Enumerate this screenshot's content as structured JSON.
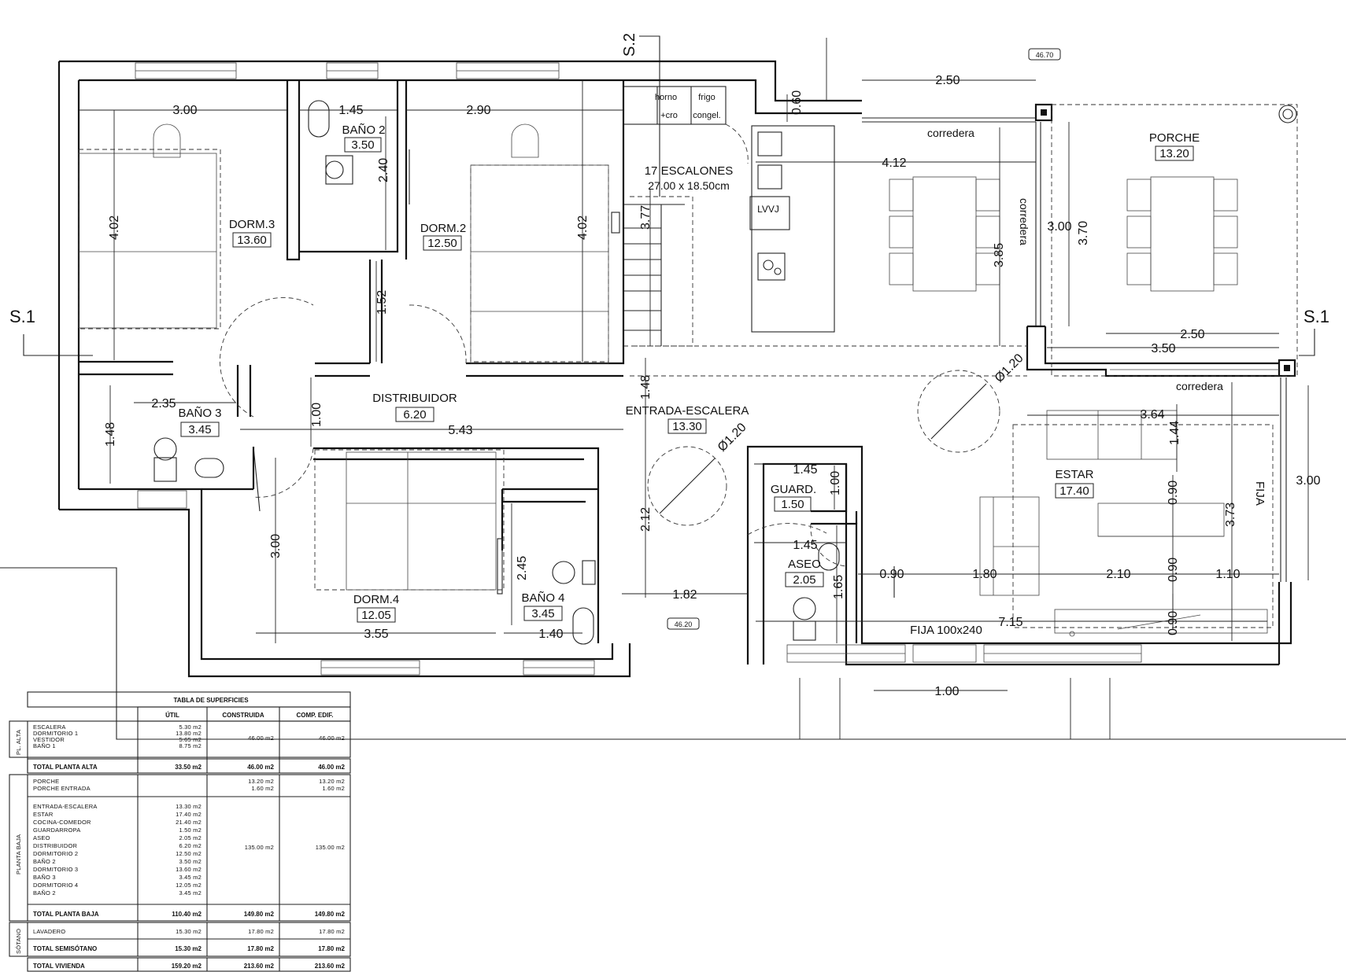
{
  "sections": {
    "s1_left": "S.1",
    "s1_right": "S.1",
    "s2": "S.2"
  },
  "levels": {
    "top": "46.70",
    "entry": "46.20"
  },
  "rooms": [
    {
      "name": "DORM.3",
      "area": "13.60"
    },
    {
      "name": "BAÑO 2",
      "area": "3.50"
    },
    {
      "name": "DORM.2",
      "area": "12.50"
    },
    {
      "name": "PORCHE",
      "area": "13.20"
    },
    {
      "name": "BAÑO 3",
      "area": "3.45"
    },
    {
      "name": "DISTRIBUIDOR",
      "area": "6.20"
    },
    {
      "name": "ENTRADA-ESCALERA",
      "area": "13.30"
    },
    {
      "name": "ESTAR",
      "area": "17.40"
    },
    {
      "name": "GUARD.",
      "area": "1.50"
    },
    {
      "name": "ASEO",
      "area": "2.05"
    },
    {
      "name": "DORM.4",
      "area": "12.05"
    },
    {
      "name": "BAÑO 4",
      "area": "3.45"
    }
  ],
  "labels": {
    "stairs_l1": "17 ESCALONES",
    "stairs_l2": "27.00 x 18.50cm",
    "horno_a": "horno",
    "horno_b": "+cro",
    "frigo_a": "frigo",
    "frigo_b": "congel.",
    "lvvj": "LVVJ",
    "corredera_top": "corredera",
    "corredera_vert": "corredera",
    "corredera_bottom": "corredera",
    "fija_vert": "FIJA",
    "fija_win": "FIJA 100x240",
    "circle1": "Ø1.20",
    "circle2": "Ø1.20"
  },
  "dimensions": [
    "3.00",
    "1.45",
    "2.90",
    "2.50",
    "0.60",
    "4.02",
    "2.40",
    "4.02",
    "4.12",
    "3.77",
    "3.00",
    "3.70",
    "3.85",
    "1.52",
    "2.50",
    "3.50",
    "2.35",
    "1.48",
    "1.00",
    "5.43",
    "1.48",
    "3.64",
    "1.44",
    "3.00",
    "1.45",
    "1.00",
    "2.12",
    "1.45",
    "0.90",
    "1.80",
    "2.10",
    "0.90",
    "1.10",
    "3.73",
    "3.00",
    "0.90",
    "1.65",
    "2.45",
    "1.82",
    "3.55",
    "1.40",
    "7.15",
    "0.90",
    "1.00"
  ],
  "table": {
    "title": "TABLA DE SUPERFICIES",
    "headers": [
      "ÚTIL",
      "CONSTRUIDA",
      "COMP. EDIF."
    ],
    "groups": [
      {
        "label": "PL. ALTA",
        "items": [
          {
            "name": "ESCALERA",
            "util": "5.30 m2"
          },
          {
            "name": "DORMITORIO 1",
            "util": "13.80 m2"
          },
          {
            "name": "VESTIDOR",
            "util": "5.65 m2"
          },
          {
            "name": "BAÑO 1",
            "util": "8.75 m2"
          }
        ],
        "construida": "46.00 m2",
        "comp": "46.00 m2",
        "total": {
          "label": "TOTAL PLANTA ALTA",
          "util": "33.50 m2",
          "construida": "46.00 m2",
          "comp": "46.00 m2"
        }
      },
      {
        "label": "PLANTA BAJA",
        "porche": [
          {
            "name": "PORCHE",
            "construida": "13.20 m2",
            "comp": "13.20 m2"
          },
          {
            "name": "PORCHE ENTRADA",
            "construida": "1.60 m2",
            "comp": "1.60 m2"
          }
        ],
        "items": [
          {
            "name": "ENTRADA-ESCALERA",
            "util": "13.30 m2"
          },
          {
            "name": "ESTAR",
            "util": "17.40 m2"
          },
          {
            "name": "COCINA-COMEDOR",
            "util": "21.40 m2"
          },
          {
            "name": "GUARDARROPA",
            "util": "1.50 m2"
          },
          {
            "name": "ASEO",
            "util": "2.05 m2"
          },
          {
            "name": "DISTRIBUIDOR",
            "util": "6.20 m2"
          },
          {
            "name": "DORMITORIO 2",
            "util": "12.50 m2"
          },
          {
            "name": "BAÑO 2",
            "util": "3.50 m2"
          },
          {
            "name": "DORMITORIO 3",
            "util": "13.60 m2"
          },
          {
            "name": "BAÑO 3",
            "util": "3.45 m2"
          },
          {
            "name": "DORMITORIO 4",
            "util": "12.05 m2"
          },
          {
            "name": "BAÑO 2",
            "util": "3.45 m2"
          }
        ],
        "construida": "135.00 m2",
        "comp": "135.00 m2",
        "total": {
          "label": "TOTAL PLANTA BAJA",
          "util": "110.40 m2",
          "construida": "149.80 m2",
          "comp": "149.80 m2"
        }
      },
      {
        "label": "SÓTANO",
        "items": [
          {
            "name": "LAVADERO",
            "util": "15.30 m2",
            "construida": "17.80 m2",
            "comp": "17.80 m2"
          }
        ],
        "total": {
          "label": "TOTAL SEMISÓTANO",
          "util": "15.30 m2",
          "construida": "17.80 m2",
          "comp": "17.80 m2"
        }
      }
    ],
    "grand_total": {
      "label": "TOTAL VIVIENDA",
      "util": "159.20 m2",
      "construida": "213.60 m2",
      "comp": "213.60 m2"
    }
  }
}
